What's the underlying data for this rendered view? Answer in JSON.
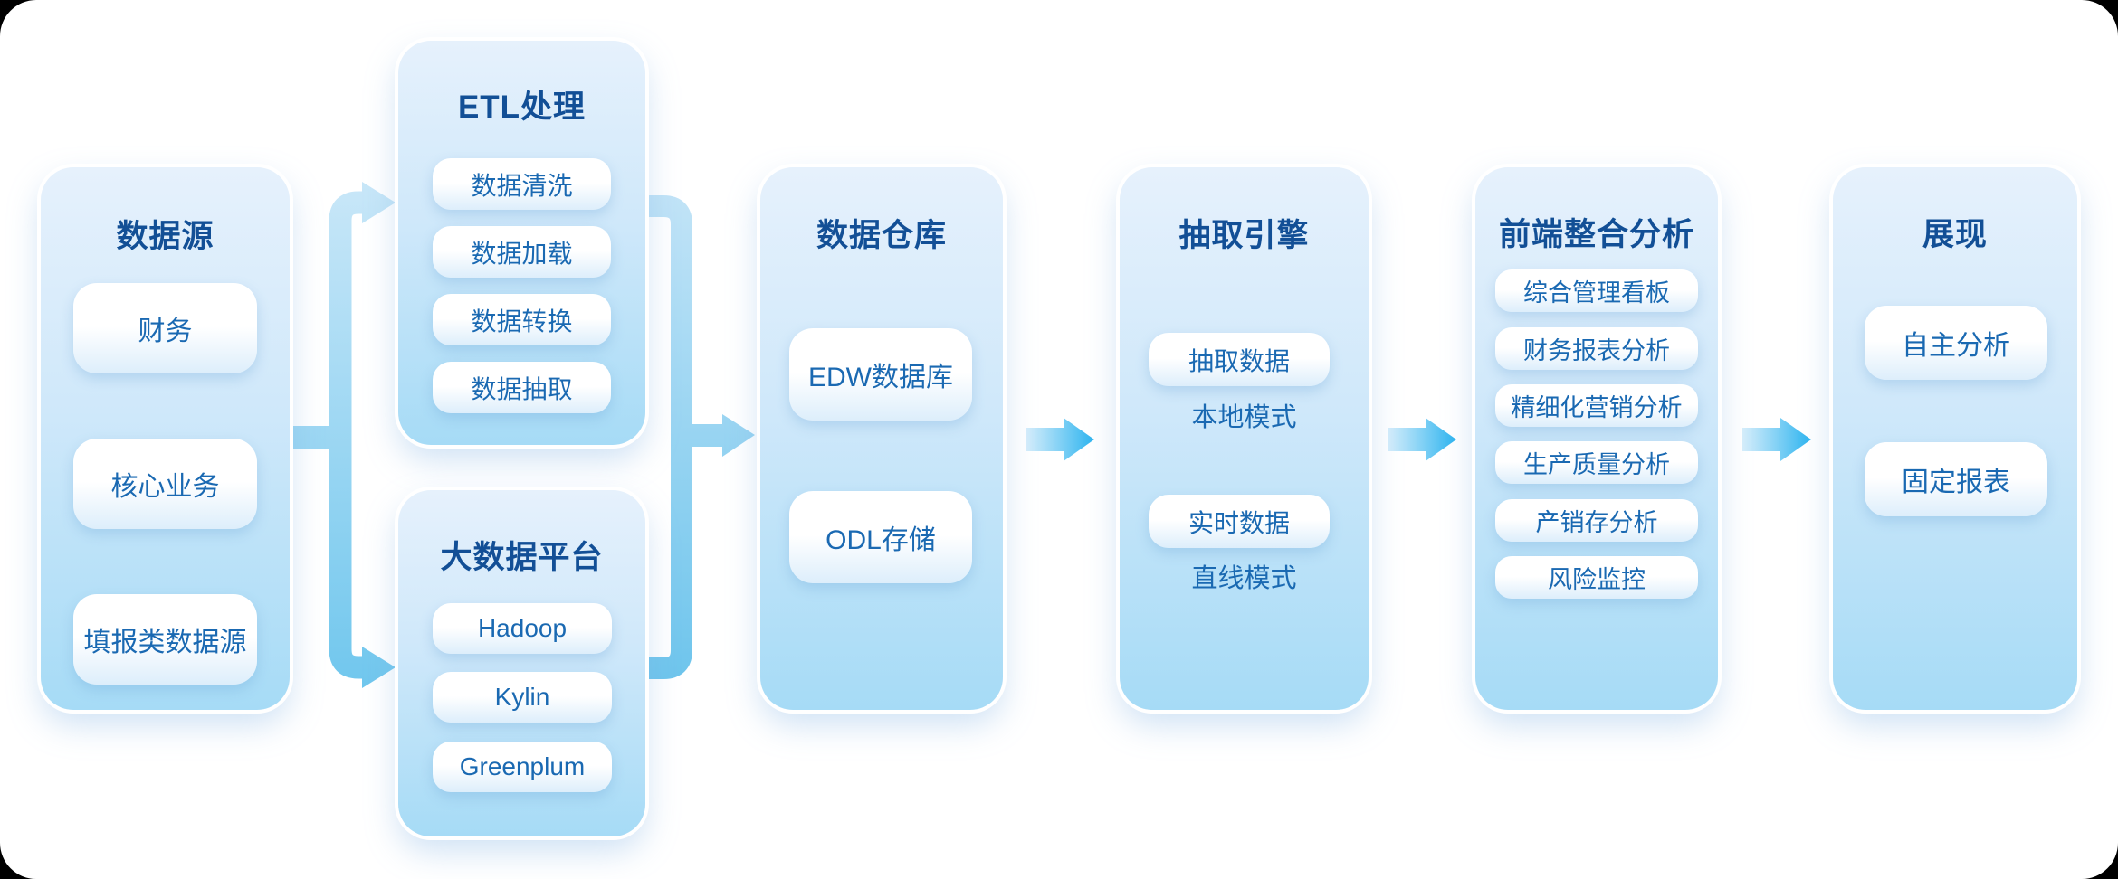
{
  "diagram": {
    "type": "flow-architecture",
    "background": "#ffffff",
    "outer_background": "#000000"
  },
  "colors": {
    "title_text": "#124f96",
    "item_text": "#1a69b2",
    "card_gradient_top": "#e6f1fc",
    "card_gradient_bottom": "#a6dbf6",
    "pill_gradient_top": "#ffffff",
    "pill_gradient_bottom": "#ddeefb",
    "arrow_light": "#d8eefb",
    "arrow_deep": "#2db4ef",
    "connector_top": "#c9e7f8",
    "connector_bottom": "#6ec6ed"
  },
  "cards": [
    {
      "title": "数据源",
      "items": [
        "财务",
        "核心业务",
        "填报类数据源"
      ]
    },
    {
      "title": "ETL处理",
      "items": [
        "数据清洗",
        "数据加载",
        "数据转换",
        "数据抽取"
      ]
    },
    {
      "title": "大数据平台",
      "items": [
        "Hadoop",
        "Kylin",
        "Greenplum"
      ]
    },
    {
      "title": "数据仓库",
      "items": [
        "EDW数据库",
        "ODL存储"
      ]
    },
    {
      "title": "抽取引擎",
      "items": [
        {
          "pill": "抽取数据",
          "caption": "本地模式"
        },
        {
          "pill": "实时数据",
          "caption": "直线模式"
        }
      ]
    },
    {
      "title": "前端整合分析",
      "items": [
        "综合管理看板",
        "财务报表分析",
        "精细化营销分析",
        "生产质量分析",
        "产销存分析",
        "风险监控"
      ]
    },
    {
      "title": "展现",
      "items": [
        "自主分析",
        "固定报表"
      ]
    }
  ],
  "flows": [
    {
      "from": "数据源",
      "to": "ETL处理"
    },
    {
      "from": "数据源",
      "to": "大数据平台"
    },
    {
      "from": "ETL处理",
      "to": "数据仓库"
    },
    {
      "from": "大数据平台",
      "to": "数据仓库"
    },
    {
      "from": "数据仓库",
      "to": "抽取引擎"
    },
    {
      "from": "抽取引擎",
      "to": "前端整合分析"
    },
    {
      "from": "前端整合分析",
      "to": "展现"
    }
  ]
}
